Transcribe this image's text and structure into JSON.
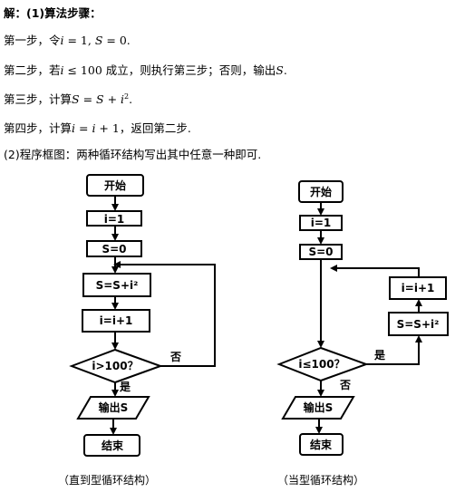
{
  "text": {
    "l1_pre": "解：(1)算法步骤：",
    "l2_pre": "第一步，令",
    "l2_i": "i",
    "l2_eq1": " = 1,  ",
    "l2_S": "S",
    "l2_eq2": " = 0.",
    "l3_pre": "第二步，若",
    "l3_i": "i",
    "l3_cond": " ≤ 100 ",
    "l3_mid": "成立，则执行第三步；否则，输出",
    "l3_S": "S",
    "l3_end": ".",
    "l4_pre": "第三步，计算",
    "l4_S1": "S",
    "l4_eq": " = ",
    "l4_S2": "S",
    "l4_plus": " + ",
    "l4_i": "i",
    "l4_sup": "2",
    "l4_end": ".",
    "l5_pre": "第四步，计算",
    "l5_i1": "i",
    "l5_eq": " = ",
    "l5_i2": "i",
    "l5_plus": " + 1",
    "l5_mid": "，返回第二步.",
    "l6_pre": "(2)程序框图：两种循环结构写出其中任意一种即可."
  },
  "left_flow": {
    "start": "开始",
    "init_i": "i=1",
    "init_s": "S=0",
    "sum": "S=S+i²",
    "inc": "i=i+1",
    "cond": "i>100？",
    "no": "否",
    "yes": "是",
    "output": "输出S",
    "end": "结束",
    "caption": "（直到型循环结构）"
  },
  "right_flow": {
    "start": "开始",
    "init_i": "i=1",
    "init_s": "S=0",
    "inc": "i=i+1",
    "sum": "S=S+i²",
    "cond": "i≤100？",
    "yes": "是",
    "no": "否",
    "output": "输出S",
    "end": "结束",
    "caption": "（当型循环结构）"
  }
}
